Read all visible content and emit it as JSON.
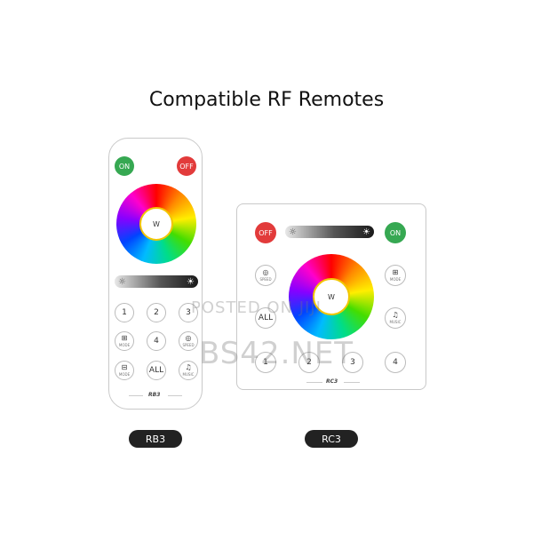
{
  "title": "Compatible RF Remotes",
  "rb3": {
    "on": "ON",
    "off": "OFF",
    "wheel_center": "W",
    "keys": [
      "1",
      "2",
      "3",
      "4",
      "ALL"
    ],
    "mode_label": "MODE",
    "speed_label": "SPEED",
    "music_label": "MUSIC",
    "model": "RB3",
    "tag": "RB3"
  },
  "rc3": {
    "on": "ON",
    "off": "OFF",
    "wheel_center": "W",
    "keys": [
      "1",
      "2",
      "3",
      "4",
      "ALL"
    ],
    "speed_label": "SPEED",
    "mode_label": "MODE",
    "music_label": "MUSIC",
    "model": "RC3",
    "tag": "RC3"
  },
  "watermark": {
    "line1": "POSTED ON JIJI",
    "line2": "BS42.NET"
  },
  "colors": {
    "on": "#36a852",
    "off": "#e23b3b",
    "tag_bg": "#222222"
  }
}
